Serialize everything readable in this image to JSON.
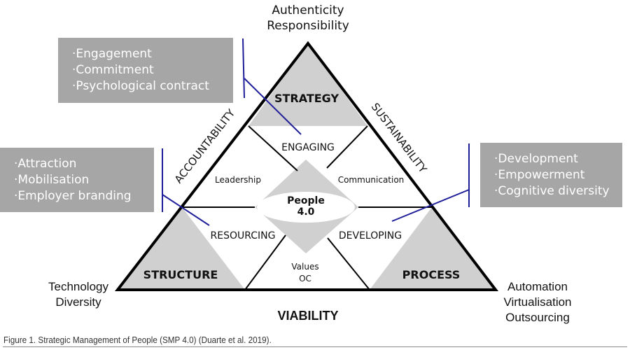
{
  "apex_label": [
    "Authenticity",
    "Responsibility"
  ],
  "left_label": [
    "Technology",
    "Diversity"
  ],
  "right_label": [
    "Automation",
    "Virtualisation",
    "Outsourcing"
  ],
  "side_labels": {
    "left": "ACCOUNTABILITY",
    "right": "SUSTAINABILITY",
    "bottom": "VIABILITY"
  },
  "corners": {
    "top": "STRATEGY",
    "left": "STRUCTURE",
    "right": "PROCESS"
  },
  "processes": {
    "top": "ENGAGING",
    "left": "RESOURCING",
    "right": "DEVELOPING"
  },
  "inner": {
    "left": "Leadership",
    "right": "Communication",
    "bottom": [
      "Values",
      "OC"
    ]
  },
  "center": [
    "People",
    "4.0"
  ],
  "boxes": {
    "strategy": [
      "·Engagement",
      "·Commitment",
      "·Psychological contract"
    ],
    "structure": [
      "·Attraction",
      "·Mobilisation",
      "·Employer branding"
    ],
    "process": [
      "·Development",
      "·Empowerment",
      "·Cognitive diversity"
    ]
  },
  "colors": {
    "box": "#a6a6a6",
    "shade": "#d0d0d0",
    "connector": "#1f1f9a",
    "line": "#000000"
  },
  "caption": "Figure 1. Strategic Management of People (SMP 4.0) (Duarte et al. 2019)."
}
